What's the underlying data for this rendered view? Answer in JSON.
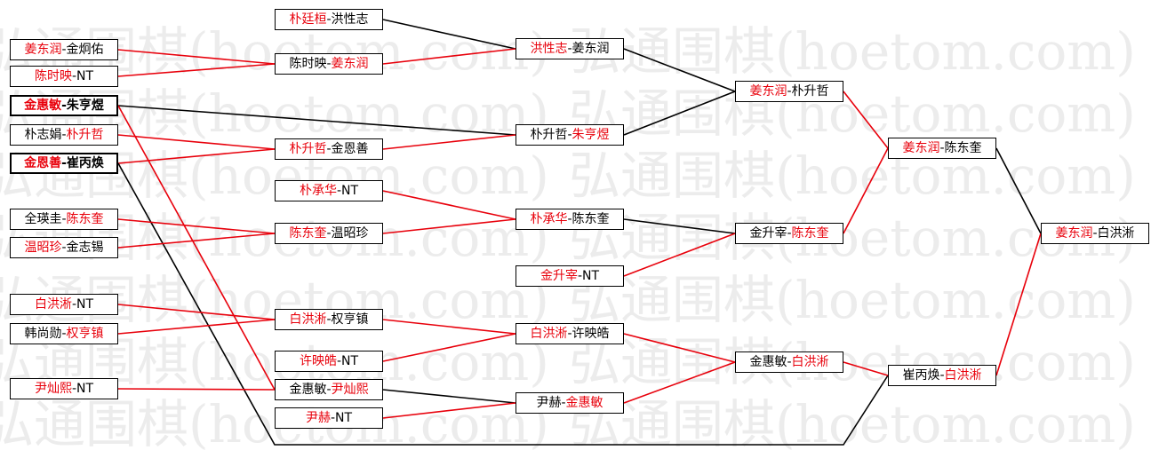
{
  "watermark": "弘通围棋(hoetom.com)",
  "colors": {
    "winner": "#e8000b",
    "loser": "#000000"
  },
  "matches": [
    {
      "id": "a1",
      "p1": "姜东润",
      "p2": "金炯佑",
      "win": 1
    },
    {
      "id": "a2",
      "p1": "陈时映",
      "p2": "NT",
      "win": 1
    },
    {
      "id": "a3",
      "p1": "金惠敏",
      "p2": "朱亨煜",
      "win": 1,
      "bold": true
    },
    {
      "id": "a4",
      "p1": "朴志娟",
      "p2": "朴升哲",
      "win": 2
    },
    {
      "id": "a5",
      "p1": "金恩善",
      "p2": "崔丙焕",
      "win": 1,
      "bold": true
    },
    {
      "id": "a6",
      "p1": "全瑛圭",
      "p2": "陈东奎",
      "win": 2
    },
    {
      "id": "a7",
      "p1": "温昭珍",
      "p2": "金志锡",
      "win": 1
    },
    {
      "id": "a8",
      "p1": "白洪淅",
      "p2": "NT",
      "win": 1
    },
    {
      "id": "a9",
      "p1": "韩尚勋",
      "p2": "权亨镇",
      "win": 2
    },
    {
      "id": "a10",
      "p1": "尹灿熙",
      "p2": "NT",
      "win": 1
    },
    {
      "id": "b1",
      "p1": "朴廷桓",
      "p2": "洪性志",
      "win": 1
    },
    {
      "id": "b2",
      "p1": "陈时映",
      "p2": "姜东润",
      "win": 2
    },
    {
      "id": "b3",
      "p1": "朴升哲",
      "p2": "金恩善",
      "win": 1
    },
    {
      "id": "b4",
      "p1": "朴承华",
      "p2": "NT",
      "win": 1
    },
    {
      "id": "b5",
      "p1": "陈东奎",
      "p2": "温昭珍",
      "win": 1
    },
    {
      "id": "b6",
      "p1": "白洪淅",
      "p2": "权亨镇",
      "win": 1
    },
    {
      "id": "b7",
      "p1": "许映皓",
      "p2": "NT",
      "win": 1
    },
    {
      "id": "b8",
      "p1": "金惠敏",
      "p2": "尹灿熙",
      "win": 2
    },
    {
      "id": "b9",
      "p1": "尹赫",
      "p2": "NT",
      "win": 1
    },
    {
      "id": "c1",
      "p1": "洪性志",
      "p2": "姜东润",
      "win": 1
    },
    {
      "id": "c2",
      "p1": "朴升哲",
      "p2": "朱亨煜",
      "win": 2
    },
    {
      "id": "c3",
      "p1": "朴承华",
      "p2": "陈东奎",
      "win": 1
    },
    {
      "id": "c4",
      "p1": "金升宰",
      "p2": "NT",
      "win": 1
    },
    {
      "id": "c5",
      "p1": "白洪淅",
      "p2": "许映皓",
      "win": 1
    },
    {
      "id": "c6",
      "p1": "尹赫",
      "p2": "金惠敏",
      "win": 2
    },
    {
      "id": "d1",
      "p1": "姜东润",
      "p2": "朴升哲",
      "win": 1
    },
    {
      "id": "d2",
      "p1": "金升宰",
      "p2": "陈东奎",
      "win": 2
    },
    {
      "id": "d3",
      "p1": "金惠敏",
      "p2": "白洪淅",
      "win": 2
    },
    {
      "id": "e1",
      "p1": "姜东润",
      "p2": "陈东奎",
      "win": 1
    },
    {
      "id": "e2",
      "p1": "崔丙焕",
      "p2": "白洪淅",
      "win": 2
    },
    {
      "id": "f1",
      "p1": "姜东润",
      "p2": "白洪淅",
      "win": 1
    }
  ],
  "links": [
    {
      "from": "a1",
      "to": "b2",
      "win": true
    },
    {
      "from": "a2",
      "to": "b2",
      "win": true
    },
    {
      "from": "a3",
      "to": "c2",
      "win": false
    },
    {
      "from": "a3",
      "to": "b8",
      "win": true
    },
    {
      "from": "a4",
      "to": "b3",
      "win": true
    },
    {
      "from": "a5",
      "to": "b3",
      "win": true
    },
    {
      "from": "a5",
      "to": "e2",
      "win": false
    },
    {
      "from": "a6",
      "to": "b5",
      "win": true
    },
    {
      "from": "a7",
      "to": "b5",
      "win": true
    },
    {
      "from": "a8",
      "to": "b6",
      "win": true
    },
    {
      "from": "a9",
      "to": "b6",
      "win": true
    },
    {
      "from": "a10",
      "to": "b8",
      "win": true
    },
    {
      "from": "b1",
      "to": "c1",
      "win": false
    },
    {
      "from": "b2",
      "to": "c1",
      "win": true
    },
    {
      "from": "b3",
      "to": "c2",
      "win": true
    },
    {
      "from": "b4",
      "to": "c3",
      "win": true
    },
    {
      "from": "b5",
      "to": "c3",
      "win": true
    },
    {
      "from": "b6",
      "to": "c5",
      "win": true
    },
    {
      "from": "b7",
      "to": "c5",
      "win": true
    },
    {
      "from": "b8",
      "to": "c6",
      "win": false
    },
    {
      "from": "b9",
      "to": "c6",
      "win": true
    },
    {
      "from": "c1",
      "to": "d1",
      "win": false
    },
    {
      "from": "c2",
      "to": "d1",
      "win": false
    },
    {
      "from": "c3",
      "to": "d2",
      "win": false
    },
    {
      "from": "c4",
      "to": "d2",
      "win": true
    },
    {
      "from": "c5",
      "to": "d3",
      "win": true
    },
    {
      "from": "c6",
      "to": "d3",
      "win": true
    },
    {
      "from": "d1",
      "to": "e1",
      "win": true
    },
    {
      "from": "d2",
      "to": "e1",
      "win": true
    },
    {
      "from": "d3",
      "to": "e2",
      "win": true
    },
    {
      "from": "e1",
      "to": "f1",
      "win": false
    },
    {
      "from": "e2",
      "to": "f1",
      "win": true
    }
  ]
}
